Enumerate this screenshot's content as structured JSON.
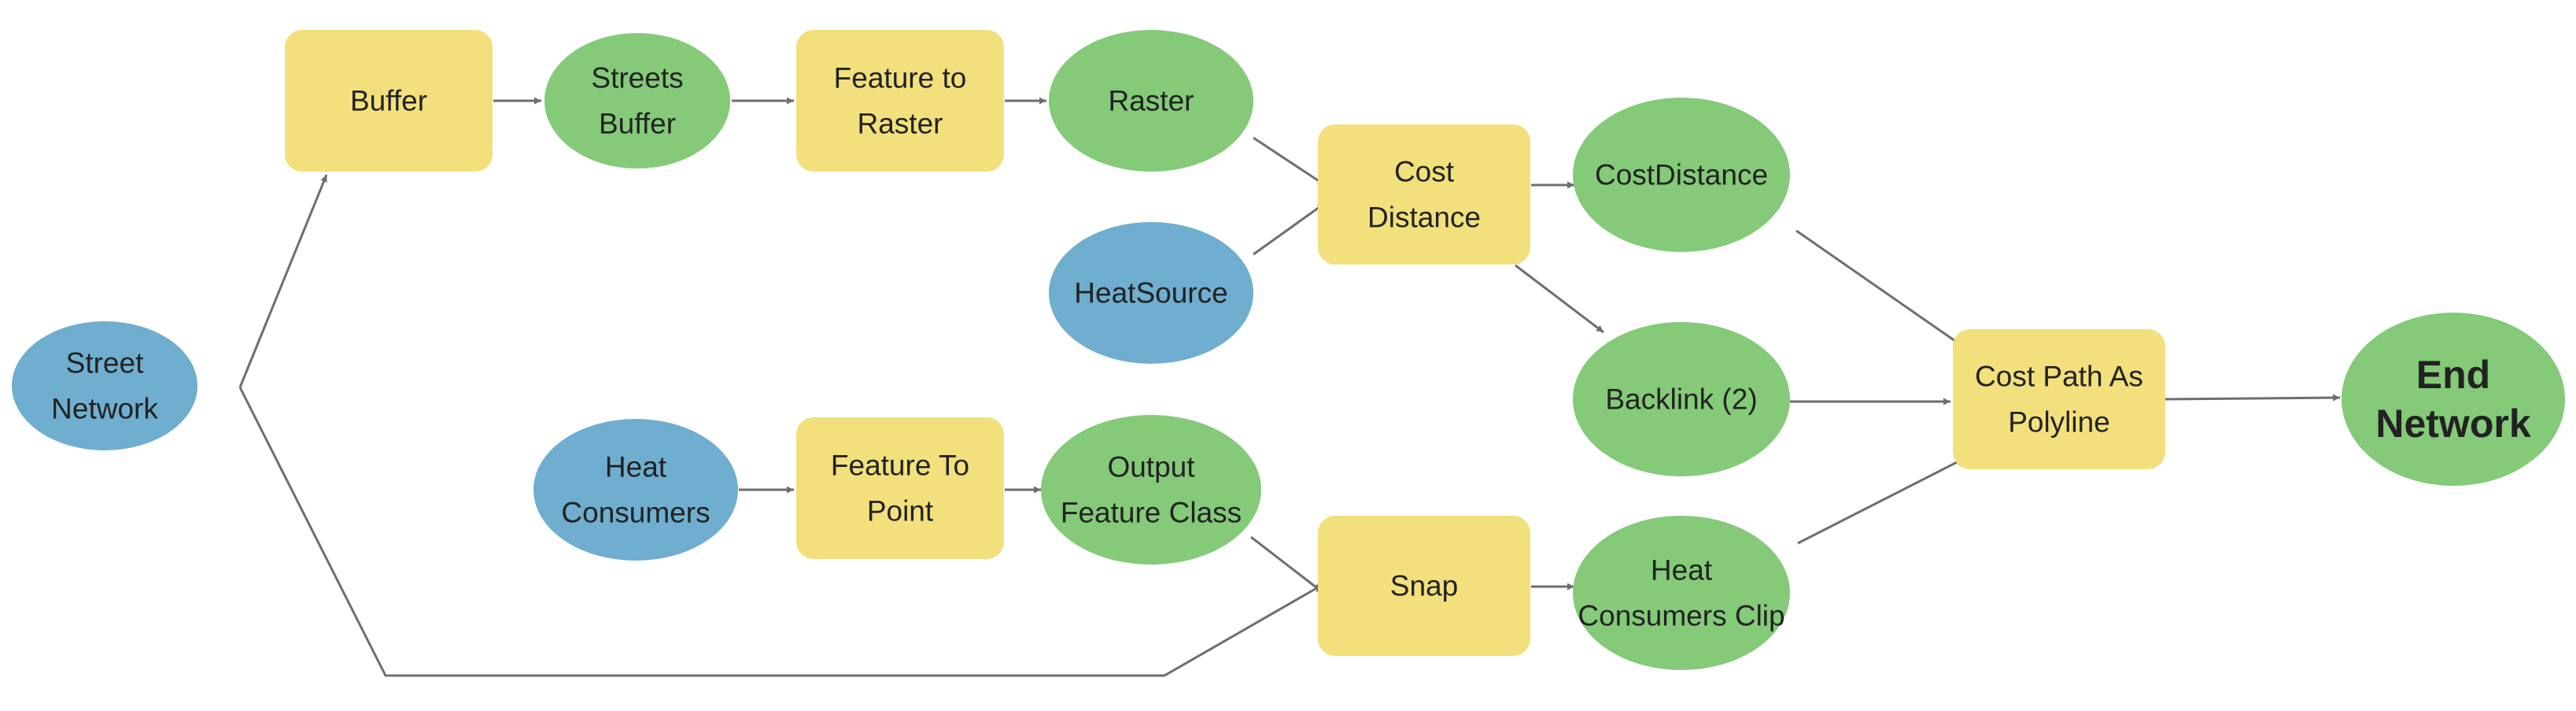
{
  "colors": {
    "input_data": "#6FAECE",
    "tool": "#F2E07D",
    "derived_data": "#84CA78",
    "connector": "#6E6E6E",
    "text": "#222222"
  },
  "nodes": {
    "street_network": {
      "kind": "input_data",
      "lines": [
        "Street",
        "Network"
      ]
    },
    "buffer": {
      "kind": "tool",
      "lines": [
        "Buffer"
      ]
    },
    "streets_buffer": {
      "kind": "derived_data",
      "lines": [
        "Streets",
        "Buffer"
      ]
    },
    "feature_to_raster": {
      "kind": "tool",
      "lines": [
        "Feature to",
        "Raster"
      ]
    },
    "raster": {
      "kind": "derived_data",
      "lines": [
        "Raster"
      ]
    },
    "heat_source": {
      "kind": "input_data",
      "lines": [
        "HeatSource"
      ]
    },
    "cost_distance": {
      "kind": "tool",
      "lines": [
        "Cost",
        "Distance"
      ]
    },
    "cost_distance_out": {
      "kind": "derived_data",
      "lines": [
        "CostDistance"
      ]
    },
    "backlink": {
      "kind": "derived_data",
      "lines": [
        "Backlink (2)"
      ]
    },
    "heat_consumers": {
      "kind": "input_data",
      "lines": [
        "Heat",
        "Consumers"
      ]
    },
    "feature_to_point": {
      "kind": "tool",
      "lines": [
        "Feature To",
        "Point"
      ]
    },
    "output_feature_class": {
      "kind": "derived_data",
      "lines": [
        "Output",
        "Feature Class"
      ]
    },
    "snap": {
      "kind": "tool",
      "lines": [
        "Snap"
      ]
    },
    "heat_consumers_clip": {
      "kind": "derived_data",
      "lines": [
        "Heat",
        "Consumers Clip"
      ]
    },
    "cost_path_as_polyline": {
      "kind": "tool",
      "lines": [
        "Cost Path As",
        "Polyline"
      ]
    },
    "end_network": {
      "kind": "derived_data",
      "lines": [
        "End",
        "Network"
      ],
      "bold": true
    }
  },
  "edges": [
    [
      "street_network",
      "buffer"
    ],
    [
      "buffer",
      "streets_buffer"
    ],
    [
      "streets_buffer",
      "feature_to_raster"
    ],
    [
      "feature_to_raster",
      "raster"
    ],
    [
      "raster",
      "cost_distance"
    ],
    [
      "heat_source",
      "cost_distance"
    ],
    [
      "cost_distance",
      "cost_distance_out"
    ],
    [
      "cost_distance",
      "backlink"
    ],
    [
      "cost_distance_out",
      "cost_path_as_polyline"
    ],
    [
      "backlink",
      "cost_path_as_polyline"
    ],
    [
      "heat_consumers",
      "feature_to_point"
    ],
    [
      "feature_to_point",
      "output_feature_class"
    ],
    [
      "output_feature_class",
      "snap"
    ],
    [
      "street_network",
      "snap"
    ],
    [
      "snap",
      "heat_consumers_clip"
    ],
    [
      "heat_consumers_clip",
      "cost_path_as_polyline"
    ],
    [
      "cost_path_as_polyline",
      "end_network"
    ]
  ]
}
